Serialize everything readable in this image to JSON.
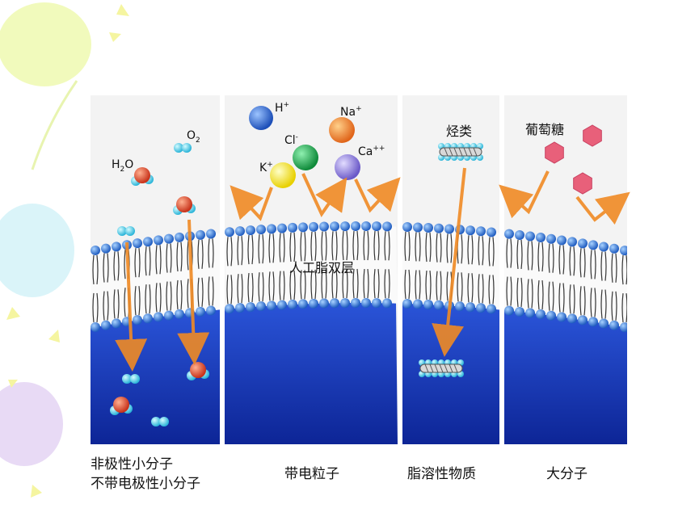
{
  "diagram": {
    "membrane_label": "人工脂双层",
    "panels": [
      {
        "id": "nonpolar",
        "molecules": [
          {
            "main": "H",
            "sub": "2",
            "tail": "O"
          },
          {
            "main": "O",
            "sub": "2",
            "tail": ""
          }
        ],
        "caption_lines": [
          "非极性小分子",
          "不带电极性小分子"
        ]
      },
      {
        "id": "charged",
        "ions": [
          {
            "main": "H",
            "sup": "+"
          },
          {
            "main": "Na",
            "sup": "+"
          },
          {
            "main": "Cl",
            "sup": "-"
          },
          {
            "main": "K",
            "sup": "+"
          },
          {
            "main": "Ca",
            "sup": "++"
          }
        ],
        "caption_lines": [
          "带电粒子"
        ]
      },
      {
        "id": "lipid-soluble",
        "label": "烃类",
        "caption_lines": [
          "脂溶性物质"
        ]
      },
      {
        "id": "macromolecule",
        "label": "葡萄糖",
        "caption_lines": [
          "大分子"
        ]
      }
    ]
  },
  "colors": {
    "cytoplasm": "#1a3fc4",
    "cytoplasm_deep": "#0f2a9e",
    "bilayer_band": "#f2f2f2",
    "head_blue": "#2f6fd6",
    "arrow_orange": "#f08a24",
    "glucose_pink": "#e8607a",
    "H_ion": "#2a64d6",
    "Na_ion": "#f07a1c",
    "Cl_ion": "#18a04a",
    "K_ion": "#f2e01a",
    "Ca_ion": "#8a7ad8"
  }
}
